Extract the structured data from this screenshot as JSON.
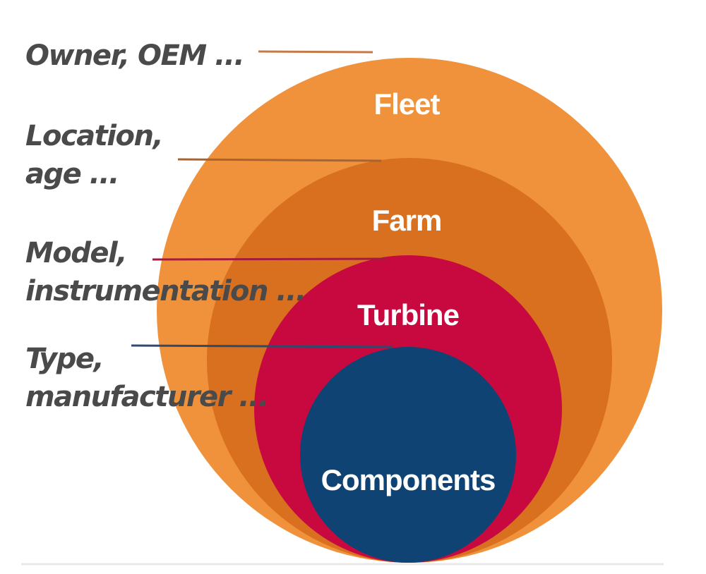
{
  "levels": [
    {
      "name": "Fleet",
      "color": "#f0923c",
      "attributes": [
        "Owner, OEM ..."
      ]
    },
    {
      "name": "Farm",
      "color": "#d9701f",
      "attributes": [
        "Location,",
        "age ..."
      ]
    },
    {
      "name": "Turbine",
      "color": "#c8093f",
      "attributes": [
        "Model,",
        "instrumentation ..."
      ]
    },
    {
      "name": "Components",
      "color": "#0f4374",
      "attributes": [
        "Type,",
        "manufacturer ..."
      ]
    }
  ]
}
